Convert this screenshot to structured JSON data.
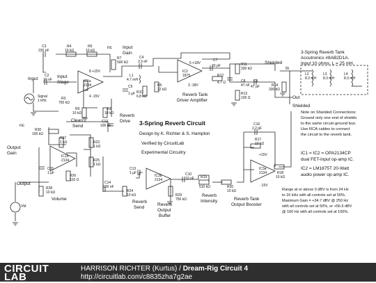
{
  "title": "3-Spring Reverb Circuit",
  "design_by": "Design by K. Richter & S. Hampton",
  "verified": "Verified by CircuitLab",
  "experimental": "Experimental Circuitry",
  "tank_note": {
    "line1": "3-Spring Reverb Tank",
    "line2": "Accutronics #8AB2D1A.",
    "line3": "Input 10 ohms. L = 25 mH."
  },
  "shield_note": {
    "line1": "Note on Shielded Connections:",
    "line2": "Ground only one end of shields",
    "line3": "to the same circuit-ground bus.",
    "line4": "Use RCA cables to connect",
    "line5": "the circuit to the reverb tank."
  },
  "ic_note": {
    "line1": "IC1 = IC2 = OPA2134CP",
    "line2": "dual FET-input op-amp IC.",
    "line3": "IC2 = LM1875T 20-Watt",
    "line4": "audio power op-amp IC."
  },
  "range_note": {
    "line1": "Range at or above 0 dBV is from 24 Hz",
    "line2": "to 16 kHz with all controls set at 50%.",
    "line3": "Maximum Gain = +34.7 dBV @ 250 Hz",
    "line4": "with all controls set at 50%, or +56.6 dBV",
    "line5": "@ 160 Hz with all controls set at 100%."
  },
  "labels": {
    "input": "Input",
    "input_stage": "Input",
    "input_stage2": "Stage",
    "input_gain": "Input",
    "input_gain2": "Gain",
    "clean_send": "Clean",
    "clean_send2": "Send",
    "reverb_drive": "Reverb",
    "reverb_drive2": "Drive",
    "driver": "Reverb Tank",
    "driver2": "Driver Amplifier",
    "output_gain": "Output",
    "output_gain2": "Gain",
    "output": "Output",
    "volume": "Volume",
    "reverb_send": "Reverb",
    "reverb_send2": "Send",
    "reverb_out": "Reverb",
    "reverb_out2": "Output",
    "reverb_out3": "Buffer",
    "reverb_int": "Reverb",
    "reverb_int2": "Intensity",
    "booster": "Reverb Tank",
    "booster2": "Output Booster",
    "shielded1": "Shielded",
    "shielded2": "Shielded",
    "in": "In",
    "out": "Out",
    "nc1": "nc",
    "nc2": "nc"
  },
  "components": {
    "C3": "C3",
    "C3v": "220 nF",
    "R4": "R4",
    "R4v": "10 kΩ",
    "R5": "R5",
    "R5v": "10 kΩ",
    "R7": "R7",
    "R7v": "500 kΩ",
    "C2": "C2",
    "C2v": "10 nF",
    "IC1a": "IC1a",
    "IC1av": "2134",
    "p15a": "8 +15V",
    "m15a": "4 -15V",
    "R3": "R3",
    "R3v": "750 kΩ",
    "Sig": "Signal",
    "Sig2": "1 kHz",
    "C4": "C4",
    "C4v": "3.3 nF",
    "L1": "L1",
    "L1v": "4.7 mH",
    "C5": "C5",
    "C5v": "1 µF",
    "R10": "R10",
    "R10v": "6.8 kΩ",
    "R6": "R6",
    "R6v": "22 kΩ",
    "IC2": "IC2",
    "IC2v": "1875",
    "p18": "5 +18V",
    "m18": "3 -18V",
    "C7": "C7",
    "C7v": "33 pF",
    "R11": "R11",
    "R11v": "330 kΩ",
    "R12": "R12",
    "R12v": "4.7 Ω",
    "C8": "C8",
    "C8v": "47 nF",
    "C9": "C9",
    "C9v": "47 pF",
    "R13": "R13",
    "R13v": "100 Ω",
    "R14": "R14",
    "R14v": "330 kΩ",
    "L2": "L2",
    "L2v": "8.3 mH",
    "L3": "L3",
    "L3v": "8.3 mH",
    "L4": "L4",
    "L4v": "8.3 mH",
    "R9": "R9",
    "R9v": "10 kΩ",
    "R8": "R8",
    "R8v": "10 kΩ",
    "C12": "C12",
    "C12v": "100 nF",
    "R30": "R30",
    "R30v": "100 kΩ",
    "R37": "R37",
    "R37v": "1 kΩ",
    "R23": "R23",
    "R23v": "1 kΩ",
    "R25": "R25",
    "R25v": "1 kΩ",
    "IC1b": "IC1b",
    "IC1bv": "2134",
    "C15": "C15",
    "C15v": "1 µF",
    "R26": "R26",
    "R26v": "510 Ω",
    "R28": "R28",
    "R28v": "10 kΩ",
    "VM": "VM",
    "C14": "C14",
    "C14v": "100 nF",
    "R24": "R24",
    "R24v": "10 kΩ",
    "C13": "C13",
    "C13v": "1 µF",
    "IC3b": "IC3b",
    "IC3bv": "2134",
    "R29": "R29",
    "R29v": "750 kΩ",
    "C10": "C10",
    "C10v": "10 nF",
    "R19": "R19",
    "R19v": "510 kΩ",
    "R20": "R20",
    "R20v": "10 kΩ",
    "C16": "C16",
    "C16v": "2.2 pF",
    "R17": "R17",
    "R17v": "10 kΩ",
    "IC3a": "IC3a",
    "IC3av": "2134",
    "p15c": "+15V",
    "m15c": "-15V",
    "R18": "R18",
    "R18v": "10 kΩ"
  },
  "footer": {
    "logo_top": "CIRCUIT",
    "logo_bot": "LAB",
    "author": "HARRISON RICHTER (Kurtus) /",
    "name": "Dream-Rig Circuit 4",
    "url": "http://circuitlab.com/c8835zha7g2ae"
  }
}
